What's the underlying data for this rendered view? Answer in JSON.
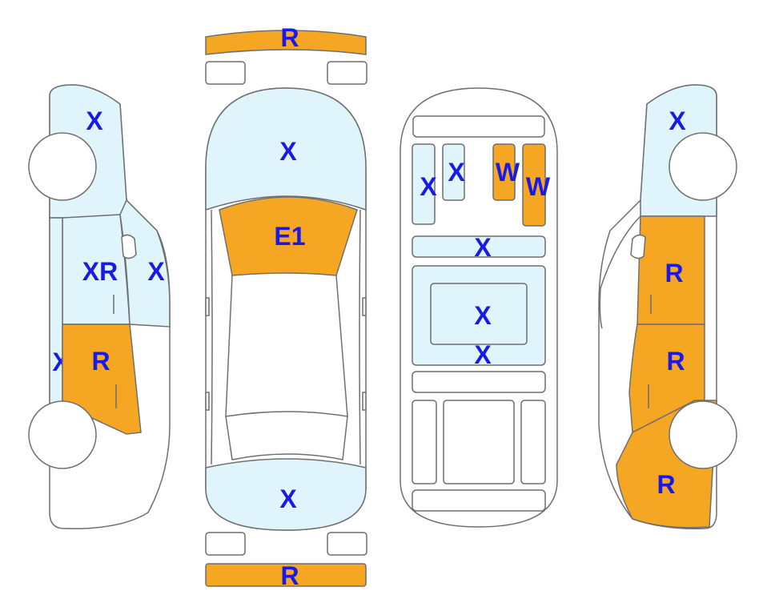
{
  "colors": {
    "undamaged_fill": "#dff5fb",
    "damaged_fill": "#f5a623",
    "outline": "#6f6f6f",
    "code_text": "#1a1ae6"
  },
  "front_bumper": {
    "code": "R"
  },
  "rear_bumper": {
    "code": "R"
  },
  "top_view": {
    "hood": {
      "code": "X"
    },
    "windshield": {
      "code": "E1"
    },
    "trunk": {
      "code": "X"
    }
  },
  "interior_view": {
    "seat_left_outer": {
      "code": "X"
    },
    "seat_left_inner": {
      "code": "X"
    },
    "seat_right_inner": {
      "code": "W"
    },
    "seat_right_outer": {
      "code": "W"
    },
    "console_bar": {
      "code": "X"
    },
    "center_panel": {
      "code": "X"
    },
    "center_panel_lower": {
      "code": "X"
    }
  },
  "left_side": {
    "front_fender": {
      "code": "X"
    },
    "front_door": {
      "code": "XR"
    },
    "front_window": {
      "code": "X"
    },
    "rocker_panel": {
      "code": "X"
    },
    "rear_door": {
      "code": "R"
    }
  },
  "right_side": {
    "front_fender": {
      "code": "X"
    },
    "front_door": {
      "code": "R"
    },
    "rear_door": {
      "code": "R"
    },
    "rear_quarter": {
      "code": "R"
    }
  }
}
